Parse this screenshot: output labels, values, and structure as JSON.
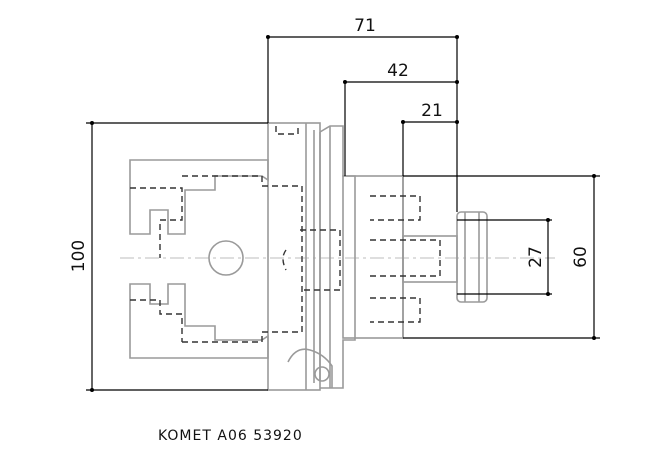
{
  "drawing": {
    "caption": "KOMET A06 53920",
    "dimensions": {
      "length_overall": "71",
      "length_mid": "42",
      "length_short": "21",
      "height_flange": "100",
      "height_body": "60",
      "height_spigot": "27"
    },
    "colors": {
      "part_outline": "#9a9a9a",
      "hidden_lines": "#333333",
      "dimension_lines": "#000000",
      "center_line": "#bdbdbd"
    }
  }
}
